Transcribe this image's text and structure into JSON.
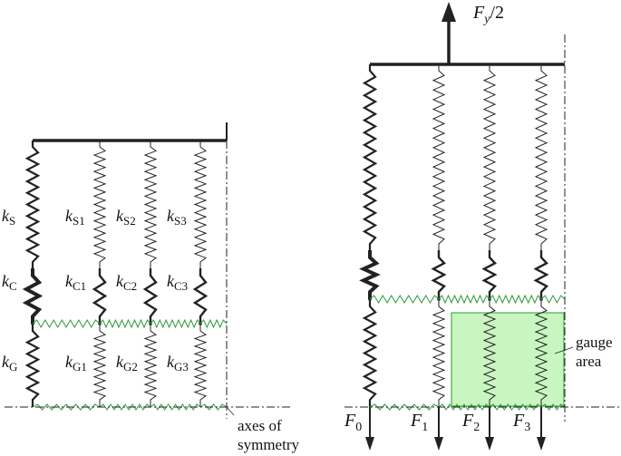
{
  "left_model": {
    "stiffness_labels": {
      "kS": {
        "k": "k",
        "sub": "S"
      },
      "kS1": {
        "k": "k",
        "sub": "S1"
      },
      "kS2": {
        "k": "k",
        "sub": "S2"
      },
      "kS3": {
        "k": "k",
        "sub": "S3"
      },
      "kC": {
        "k": "k",
        "sub": "C"
      },
      "kC1": {
        "k": "k",
        "sub": "C1"
      },
      "kC2": {
        "k": "k",
        "sub": "C2"
      },
      "kC3": {
        "k": "k",
        "sub": "C3"
      },
      "kG": {
        "k": "k",
        "sub": "G"
      },
      "kG1": {
        "k": "k",
        "sub": "G1"
      },
      "kG2": {
        "k": "k",
        "sub": "G2"
      },
      "kG3": {
        "k": "k",
        "sub": "G3"
      }
    },
    "axes_label_line1": "axes of",
    "axes_label_line2": "symmetry"
  },
  "right_model": {
    "top_force": {
      "F": "F",
      "sub": "y",
      "suffix": "/2"
    },
    "bottom_forces": [
      {
        "F": "F",
        "sub": "0"
      },
      {
        "F": "F",
        "sub": "1"
      },
      {
        "F": "F",
        "sub": "2"
      },
      {
        "F": "F",
        "sub": "3"
      }
    ],
    "gauge_label_line1": "gauge",
    "gauge_label_line2": "area"
  },
  "colors": {
    "line": "#222222",
    "spring_green": "#2e9a3a",
    "gauge_fill": "#c8f5c0"
  }
}
